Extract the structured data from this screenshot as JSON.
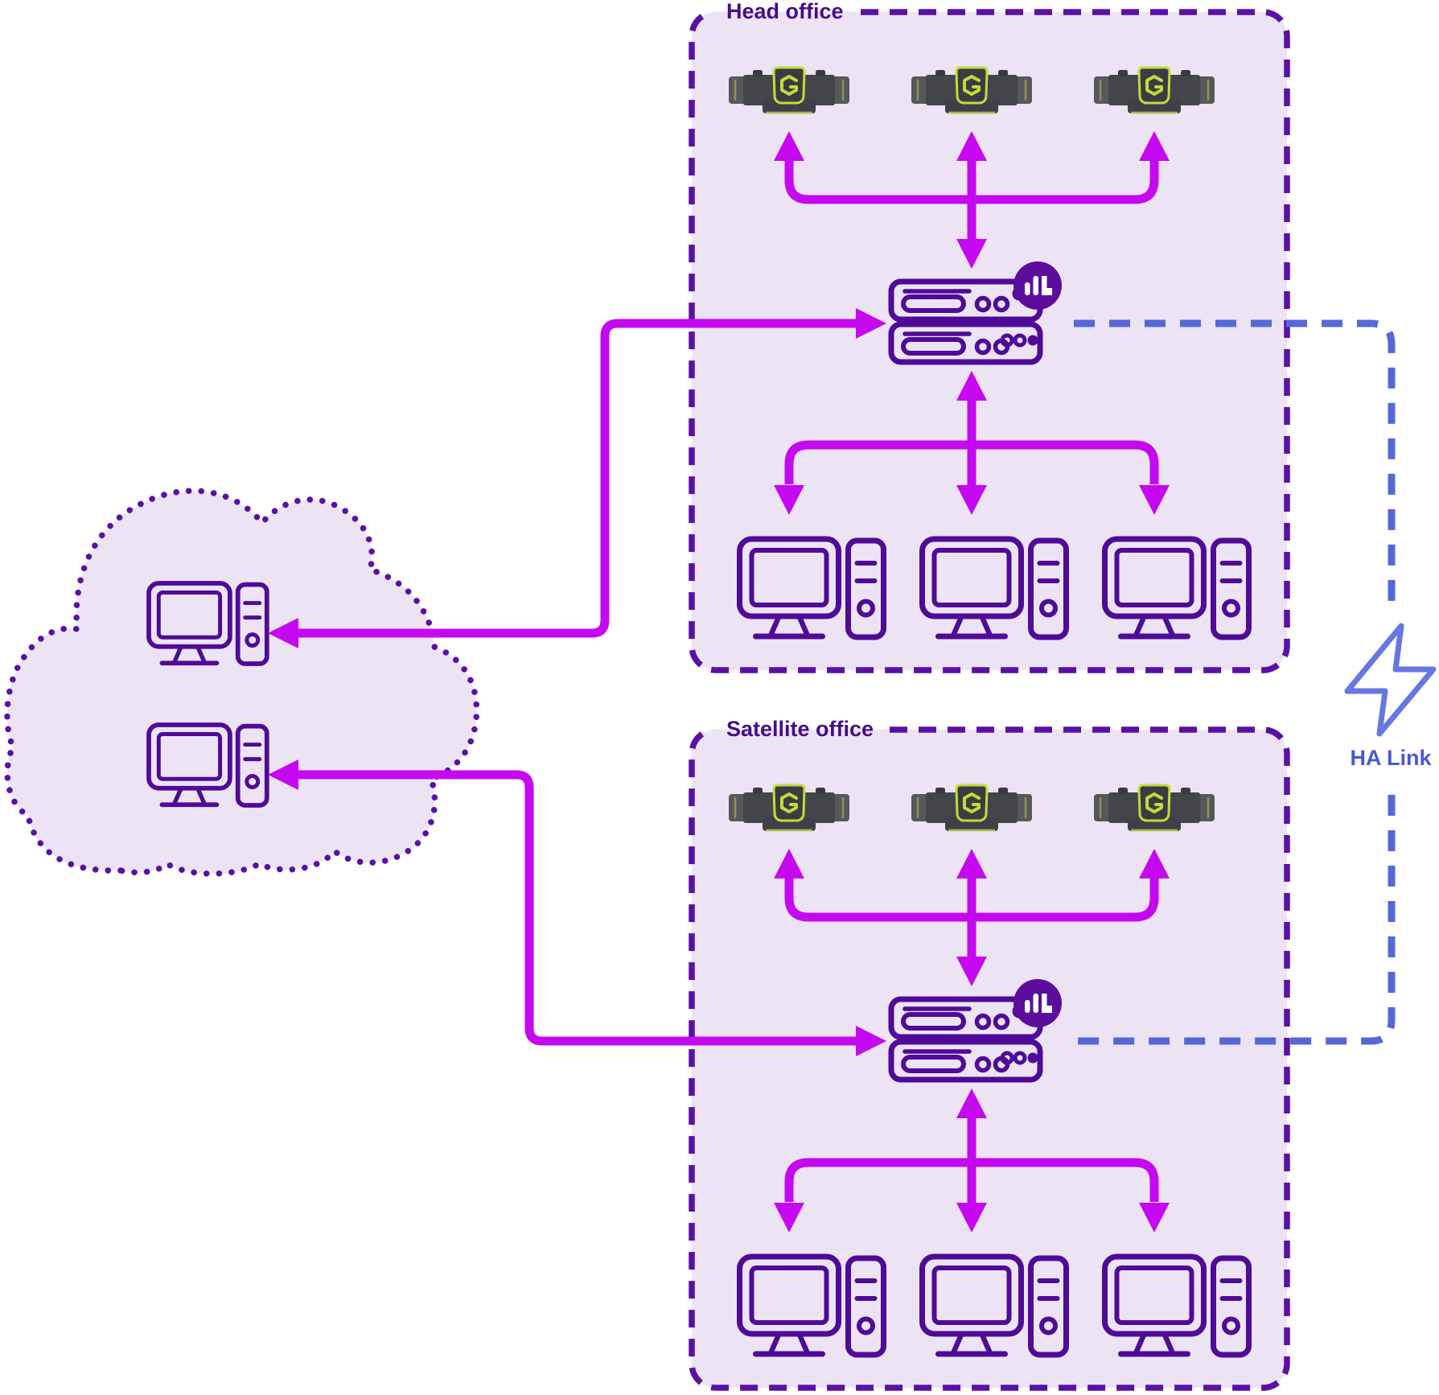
{
  "diagram": {
    "head_office": {
      "title": "Head office",
      "body_cameras": 3,
      "workstations": 3,
      "server_units": 2
    },
    "satellite_office": {
      "title": "Satellite office",
      "body_cameras": 3,
      "workstations": 3,
      "server_units": 2
    },
    "cloud": {
      "workstations": 2
    },
    "ha_link": {
      "label": "HA Link"
    },
    "colors": {
      "panel_fill": "#ece4f5",
      "dashed_border": "#5a10a5",
      "arrow_magenta": "#c608f0",
      "icon_purple": "#4f0b97",
      "badge_purple": "#5c0d9e",
      "ha_link_blue": "#5668d8",
      "ha_link_text": "#4859d4",
      "camera_accent": "#c4da3b",
      "camera_body": "#44454a",
      "title_text": "#470d86"
    }
  }
}
